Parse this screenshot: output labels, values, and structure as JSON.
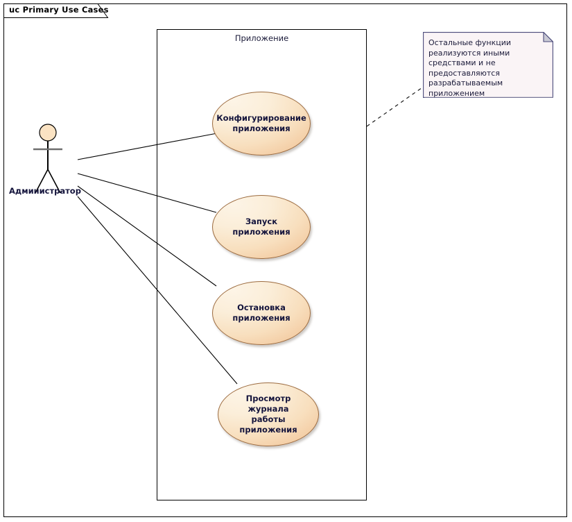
{
  "diagram": {
    "frame_tab_label": "uc Primary Use Cases",
    "boundary_label": "Приложение",
    "actor": {
      "name": "Администратор",
      "icon": "actor-stick-figure"
    },
    "use_cases": [
      {
        "id": "configure",
        "label": "Конфигурирование\nприложения"
      },
      {
        "id": "start",
        "label": "Запуск приложения"
      },
      {
        "id": "stop",
        "label": "Остановка\nприложения"
      },
      {
        "id": "view-log",
        "label": "Просмотр журнала\nработы приложения"
      }
    ],
    "note": {
      "text": "Остальные функции реализуются иными средствами и не предоставляются разрабатываемым приложением"
    },
    "colors": {
      "usecase_fill_light": "#fdf4e6",
      "usecase_fill_dark": "#eec193",
      "usecase_border": "#9c6b3f",
      "note_fill": "#faf4f6",
      "note_border": "#4a4a7a",
      "note_fold": "#c9c9d4",
      "line": "#000000",
      "text": "#14143c",
      "background": "#ffffff"
    }
  }
}
